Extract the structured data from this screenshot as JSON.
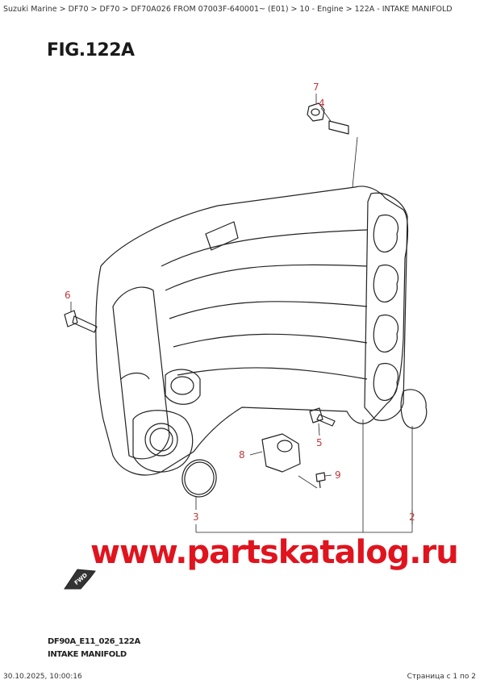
{
  "breadcrumb": "Suzuki Marine > DF70 > DF70 > DF70A026 FROM 07003F-640001~ (E01) > 10 - Engine > 122A - INTAKE MANIFOLD",
  "figure_title": "FIG.122A",
  "callouts": [
    "7",
    "4",
    "6",
    "5",
    "8",
    "9",
    "3",
    "2"
  ],
  "watermark": "www.partskatalog.ru",
  "fwd_label": "FWD",
  "diagram_code": "DF90A_E11_026_122A",
  "diagram_name": "INTAKE MANIFOLD",
  "footer": {
    "timestamp": "30.10.2025, 10:00:16",
    "page": "Страница с 1 по 2"
  },
  "colors": {
    "callout": "#c2393b",
    "watermark": "#e0141e",
    "line": "#222222"
  }
}
